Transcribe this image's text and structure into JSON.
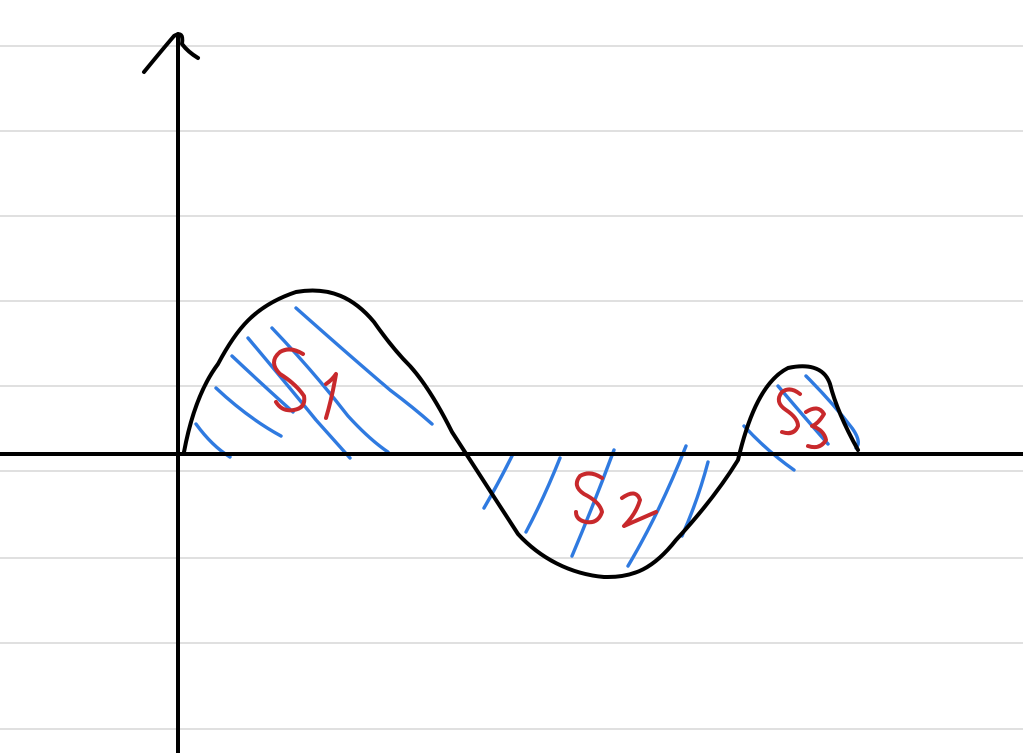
{
  "regions": [
    {
      "id": "s1",
      "label": "S1",
      "sign": "positive"
    },
    {
      "id": "s2",
      "label": "S2",
      "sign": "negative"
    },
    {
      "id": "s3",
      "label": "S3",
      "sign": "positive"
    }
  ],
  "colors": {
    "paper": "#ffffff",
    "ruled_lines": "#d6d6d6",
    "ink": "#000000",
    "hatching": "#2f7ae0",
    "labels": "#c8292c"
  },
  "icons": {
    "y_axis_arrow": "arrow-up-icon"
  }
}
